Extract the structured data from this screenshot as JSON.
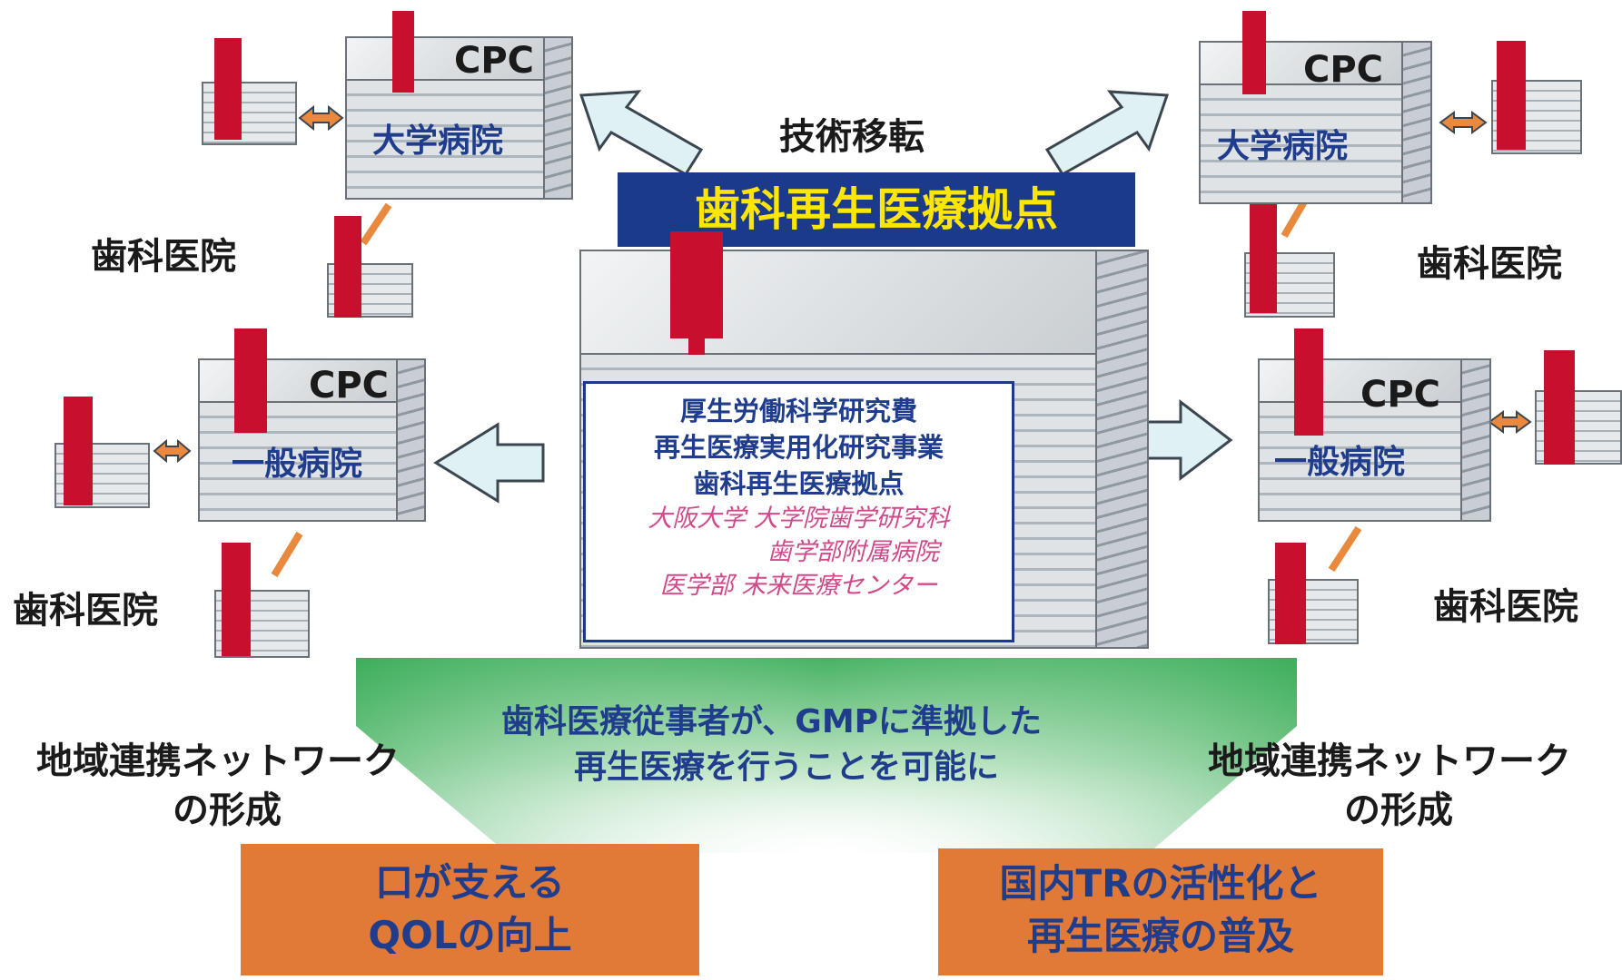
{
  "title": "歯科再生医療拠点",
  "transfer_label": "技術移転",
  "info_box": {
    "line1": "厚生労働科学研究費",
    "line2": "再生医療実用化研究事業",
    "line3": "歯科再生医療拠点",
    "inst1": "大阪大学  大学院歯学研究科",
    "inst2": "歯学部附属病院",
    "inst3": "医学部  未来医療センター"
  },
  "nodes": {
    "top_left": {
      "tag": "CPC",
      "hospital": "大学病院"
    },
    "top_right": {
      "tag": "CPC",
      "hospital": "大学病院"
    },
    "bottom_left": {
      "tag": "CPC",
      "hospital": "一般病院"
    },
    "bottom_right": {
      "tag": "CPC",
      "hospital": "一般病院"
    }
  },
  "clinic_label": "歯科医院",
  "network": {
    "line1": "地域連携ネットワーク",
    "line2": "の形成"
  },
  "center_message": {
    "line1": "歯科医療従事者が、GMPに準拠した",
    "line2": "再生医療を行うことを可能に"
  },
  "goals": {
    "left": {
      "line1": "口が支える",
      "line2": "QOLの向上"
    },
    "right": {
      "line1": "国内TRの活性化と",
      "line2": "再生医療の普及"
    }
  },
  "colors": {
    "navy": "#1b3a8c",
    "yellow": "#ffe600",
    "red": "#c8102e",
    "orange": "#e07a36",
    "green": "#3cae5a",
    "arrow_fill": "#dff1f2"
  }
}
